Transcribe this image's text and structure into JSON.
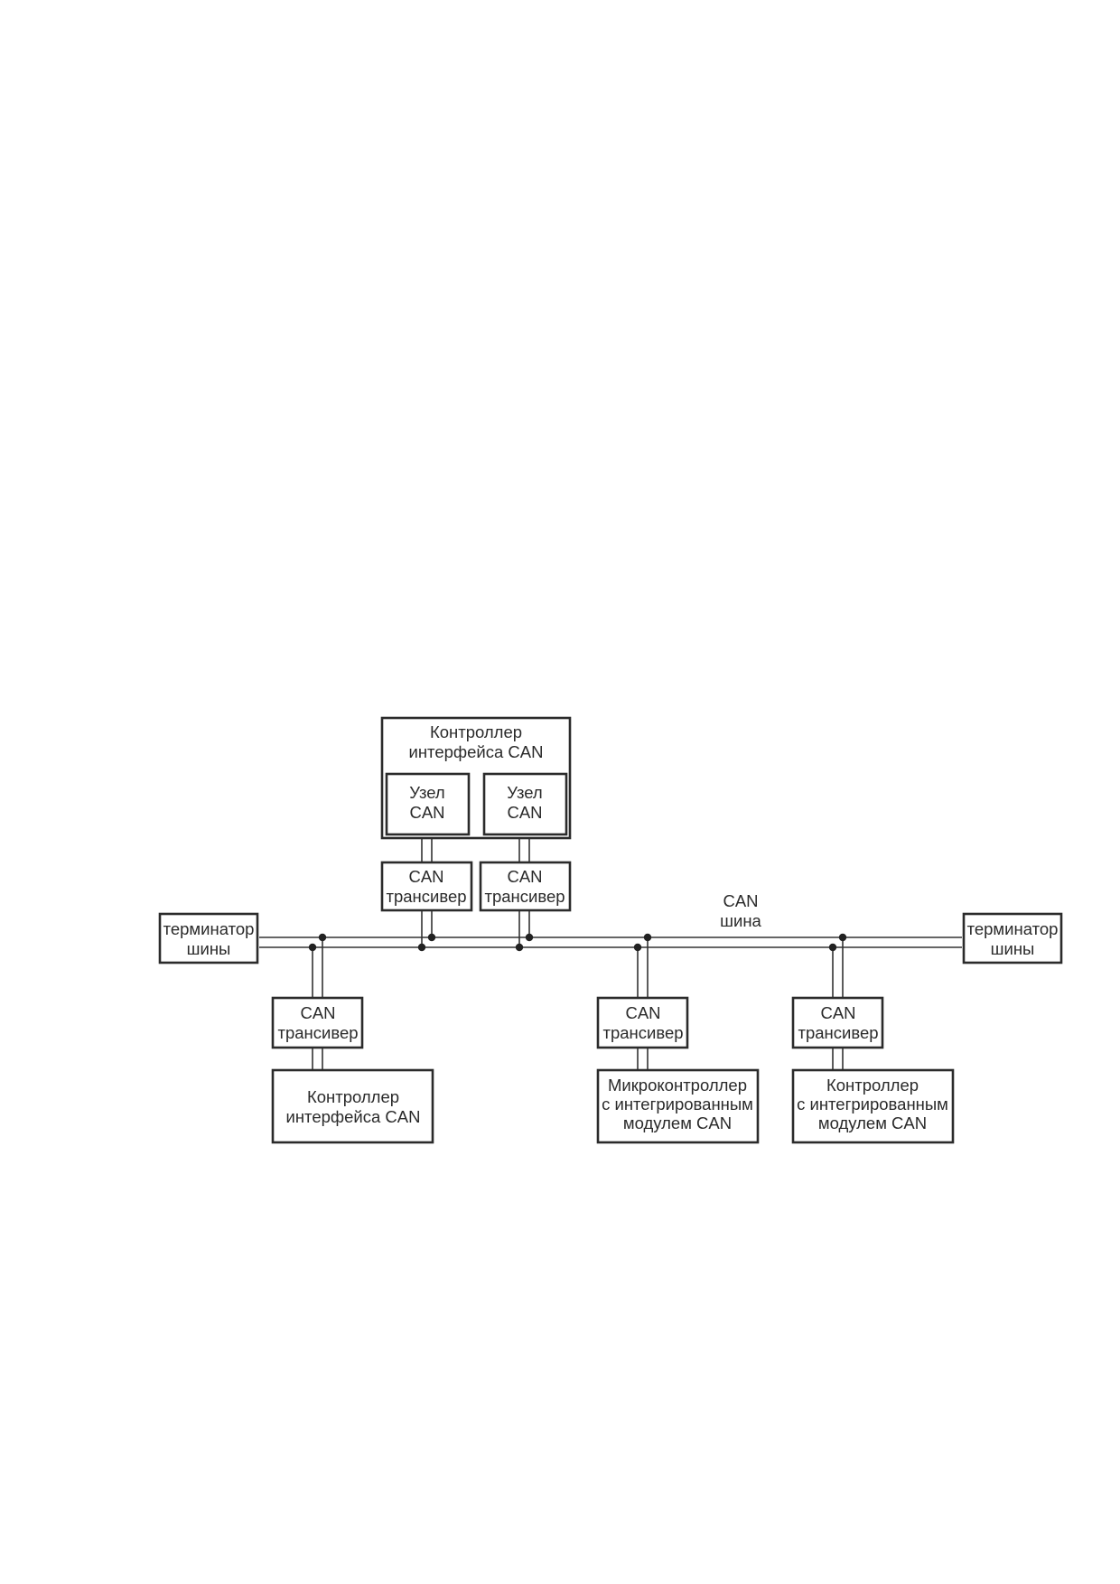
{
  "diagram": {
    "top_controller": {
      "title_line1": "Контроллер",
      "title_line2": "интерфейса CAN",
      "node_left": {
        "line1": "Узел",
        "line2": "CAN"
      },
      "node_right": {
        "line1": "Узел",
        "line2": "CAN"
      }
    },
    "transceiver": {
      "line1": "CAN",
      "line2": "трансивер"
    },
    "bus_label": {
      "line1": "CAN",
      "line2": "шина"
    },
    "terminator": {
      "line1": "терминатор",
      "line2": "шины"
    },
    "bottom_controller_1": {
      "line1": "Контроллер",
      "line2": "интерфейса CAN"
    },
    "bottom_controller_2": {
      "line1": "Микроконтроллер",
      "line2": "с интегрированным",
      "line3": "модулем CAN"
    },
    "bottom_controller_3": {
      "line1": "Контроллер",
      "line2": "с интегрированным",
      "line3": "модулем CAN"
    }
  }
}
